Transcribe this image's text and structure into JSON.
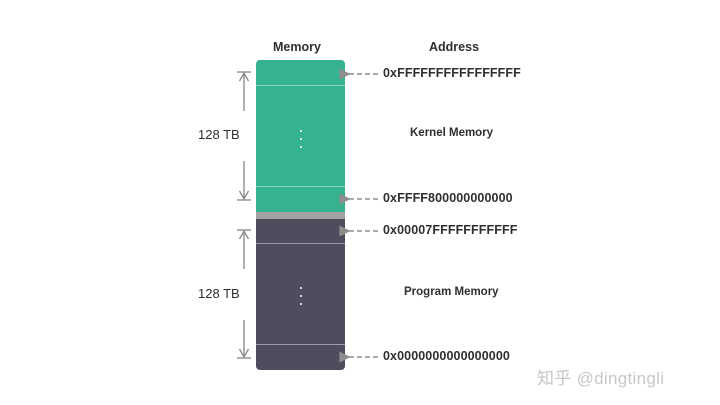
{
  "headers": {
    "memory": "Memory",
    "address": "Address"
  },
  "addresses": {
    "kernel_top": "0xFFFFFFFFFFFFFFFF",
    "kernel_bottom": "0xFFFF800000000000",
    "program_top": "0x00007FFFFFFFFFFF",
    "program_bottom": "0x0000000000000000"
  },
  "regions": {
    "kernel": "Kernel Memory",
    "program": "Program Memory"
  },
  "sizes": {
    "kernel": "128 TB",
    "program": "128 TB"
  },
  "watermark": "知乎 @dingtingli",
  "colors": {
    "kernel_block": "#35b28f",
    "program_block": "#4f4c5e",
    "gap_block": "#a3a3a3",
    "arrows": "#8e8e8e"
  }
}
